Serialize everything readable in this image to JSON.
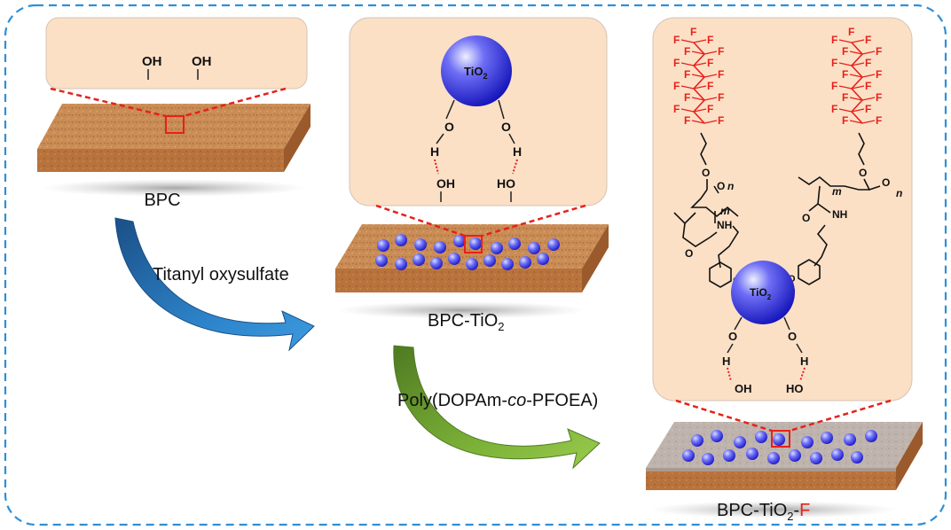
{
  "colors": {
    "frame": "#2f8fd6",
    "panel": "#fbe0c6",
    "panel_border": "#c9c9c9",
    "cork": "#c8894f",
    "cork_side": "#b06a35",
    "coating": "#bdb3ad",
    "sphere": "#3d3df0",
    "accent_red": "#e8201a",
    "arrow_blue": "#1f6fb0",
    "arrow_green": "#6a9a2c"
  },
  "stage1": {
    "label": "BPC",
    "groups": [
      "OH",
      "OH"
    ]
  },
  "arrow1": {
    "label": "Titanyl oxysulfate"
  },
  "stage2": {
    "label_main": "BPC-TiO",
    "label_sub": "2",
    "particle_main": "TiO",
    "particle_sub": "2",
    "atoms": {
      "o": "O",
      "h": "H",
      "oh": "OH",
      "ho": "HO"
    }
  },
  "arrow2": {
    "label_pre": "Poly(DOPAm-",
    "label_italic": "co",
    "label_post": "-PFOEA)"
  },
  "stage3": {
    "label_main": "BPC-TiO",
    "label_sub": "2",
    "label_dash": "-",
    "label_f": "F",
    "particle_main": "TiO",
    "particle_sub": "2",
    "fluorine": "F",
    "atoms": {
      "o": "O",
      "h": "H",
      "oh": "OH",
      "ho": "HO",
      "nh": "NH",
      "m": "m",
      "n": "n"
    }
  }
}
